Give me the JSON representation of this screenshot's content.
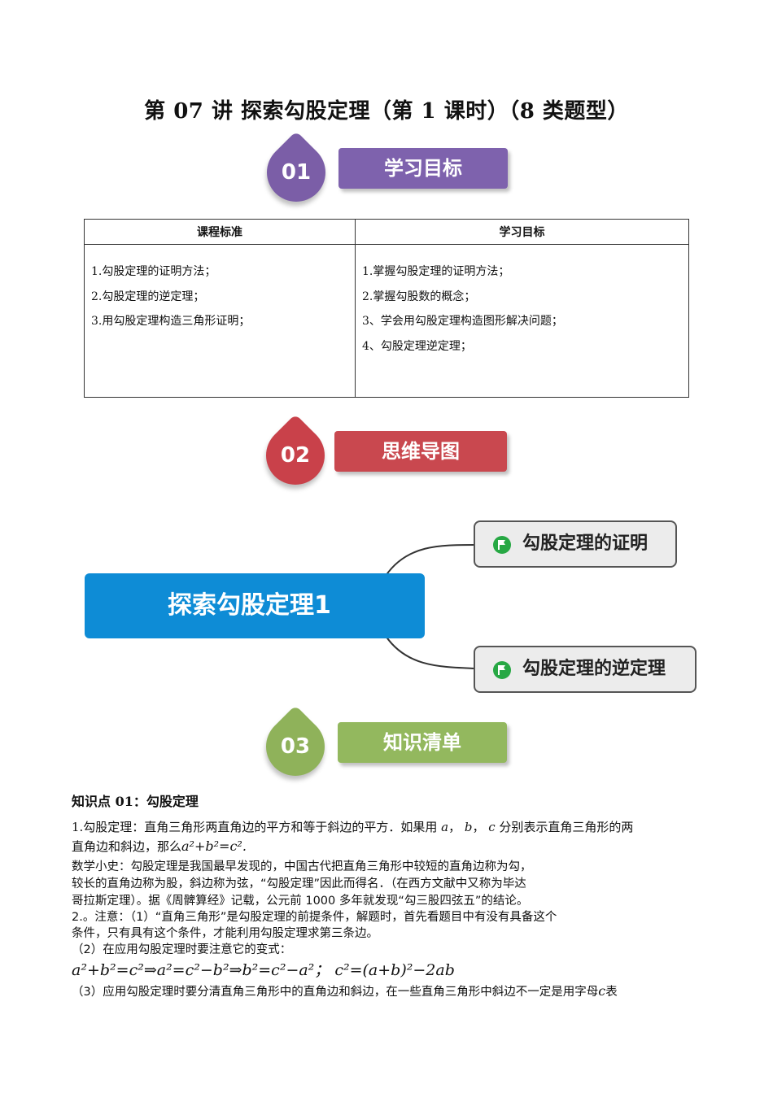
{
  "title": "第 07 讲  探索勾股定理（第 1 课时）（8 类题型）",
  "sections": [
    {
      "number": "01",
      "label": "学习目标",
      "circle_color": "#7b5ea7",
      "bar_color": "#7e62ad"
    },
    {
      "number": "02",
      "label": "思维导图",
      "circle_color": "#c9414a",
      "bar_color": "#c9484f"
    },
    {
      "number": "03",
      "label": "知识清单",
      "circle_color": "#8fb25a",
      "bar_color": "#93b85e"
    }
  ],
  "goals_table": {
    "headers": [
      "课程标准",
      "学习目标"
    ],
    "left": [
      "1.勾股定理的证明方法；",
      "2.勾股定理的逆定理；",
      "3.用勾股定理构造三角形证明；"
    ],
    "right": [
      "1.掌握勾股定理的证明方法；",
      "2.掌握勾股数的概念；",
      "3、学会用勾股定理构造图形解决问题；",
      "4、勾股定理逆定理；"
    ]
  },
  "mindmap": {
    "root": "探索勾股定理1",
    "branches": [
      "勾股定理的证明",
      "勾股定理的逆定理"
    ],
    "root_color": "#0e8cd6",
    "flag_color": "#27a844"
  },
  "knowledge": {
    "point_title": "知识点 01：勾股定理",
    "p1a": "1.勾股定理：直角三角形两直角边的平方和等于斜边的平方．如果用",
    "p1_vars": [
      "a",
      "b",
      "c"
    ],
    "p1b": "分别表示直角三角形的两",
    "p1c": "直角边和斜边，那么",
    "p1_formula": "a²+b²=c².",
    "history": [
      "数学小史：勾股定理是我国最早发现的，中国古代把直角三角形中较短的直角边称为勾，",
      "较长的直角边称为股，斜边称为弦，“勾股定理”因此而得名．（在西方文献中又称为毕达",
      "哥拉斯定理）。据《周髀算经》记载，公元前 1000 多年就发现“勾三股四弦五”的结论。"
    ],
    "note": [
      "2.。注意：（1）“直角三角形”是勾股定理的前提条件，解题时，首先看题目中有没有具备这个",
      "条件，只有具有这个条件，才能利用勾股定理求第三条边。",
      "（2）在应用勾股定理时要注意它的变式："
    ],
    "formula_line": "a²+b²=c²⇒a²=c²−b²⇒b²=c²−a²；  c²=(a+b)²−2ab",
    "note3": "（3）应用勾股定理时要分清直角三角形中的直角边和斜边，在一些直角三角形中斜边不一定是用字母",
    "note3_var": "c",
    "note3_tail": "表"
  }
}
